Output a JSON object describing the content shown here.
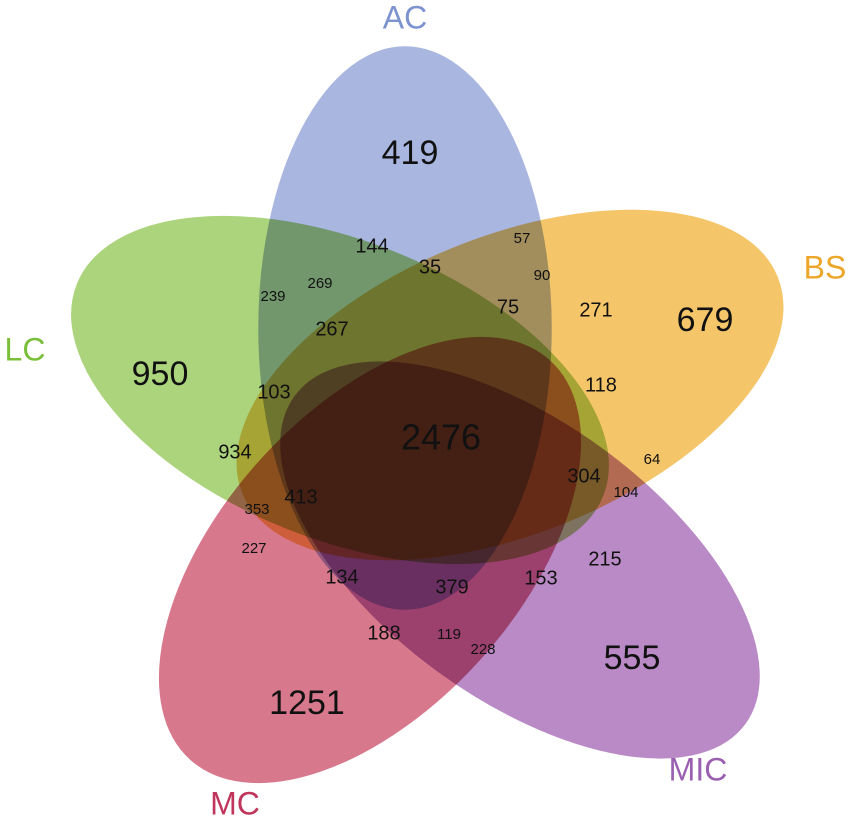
{
  "sets": [
    {
      "id": "AC",
      "label": "AC",
      "color": "#a9b6e0",
      "label_color": "#7d93cf"
    },
    {
      "id": "BS",
      "label": "BS",
      "color": "#f5c56a",
      "label_color": "#eda62a"
    },
    {
      "id": "MIC",
      "label": "MIC",
      "color": "#b98ac6",
      "label_color": "#9a5fb0"
    },
    {
      "id": "MC",
      "label": "MC",
      "color": "#d7788d",
      "label_color": "#c0355b"
    },
    {
      "id": "LC",
      "label": "LC",
      "color": "#acd47c",
      "label_color": "#7abf3a"
    }
  ],
  "counts": {
    "ac_only": "419",
    "bs_only": "679",
    "mic_only": "555",
    "mc_only": "1251",
    "lc_only": "950",
    "all": "2476",
    "r144": "144",
    "r57": "57",
    "r35": "35",
    "r90": "90",
    "r239": "239",
    "r269": "269",
    "r75": "75",
    "r271": "271",
    "r267": "267",
    "r103": "103",
    "r118": "118",
    "r934": "934",
    "r64": "64",
    "r304": "304",
    "r104": "104",
    "r413": "413",
    "r353": "353",
    "r227": "227",
    "r215": "215",
    "r134": "134",
    "r379": "379",
    "r153": "153",
    "r188": "188",
    "r119": "119",
    "r228": "228"
  }
}
